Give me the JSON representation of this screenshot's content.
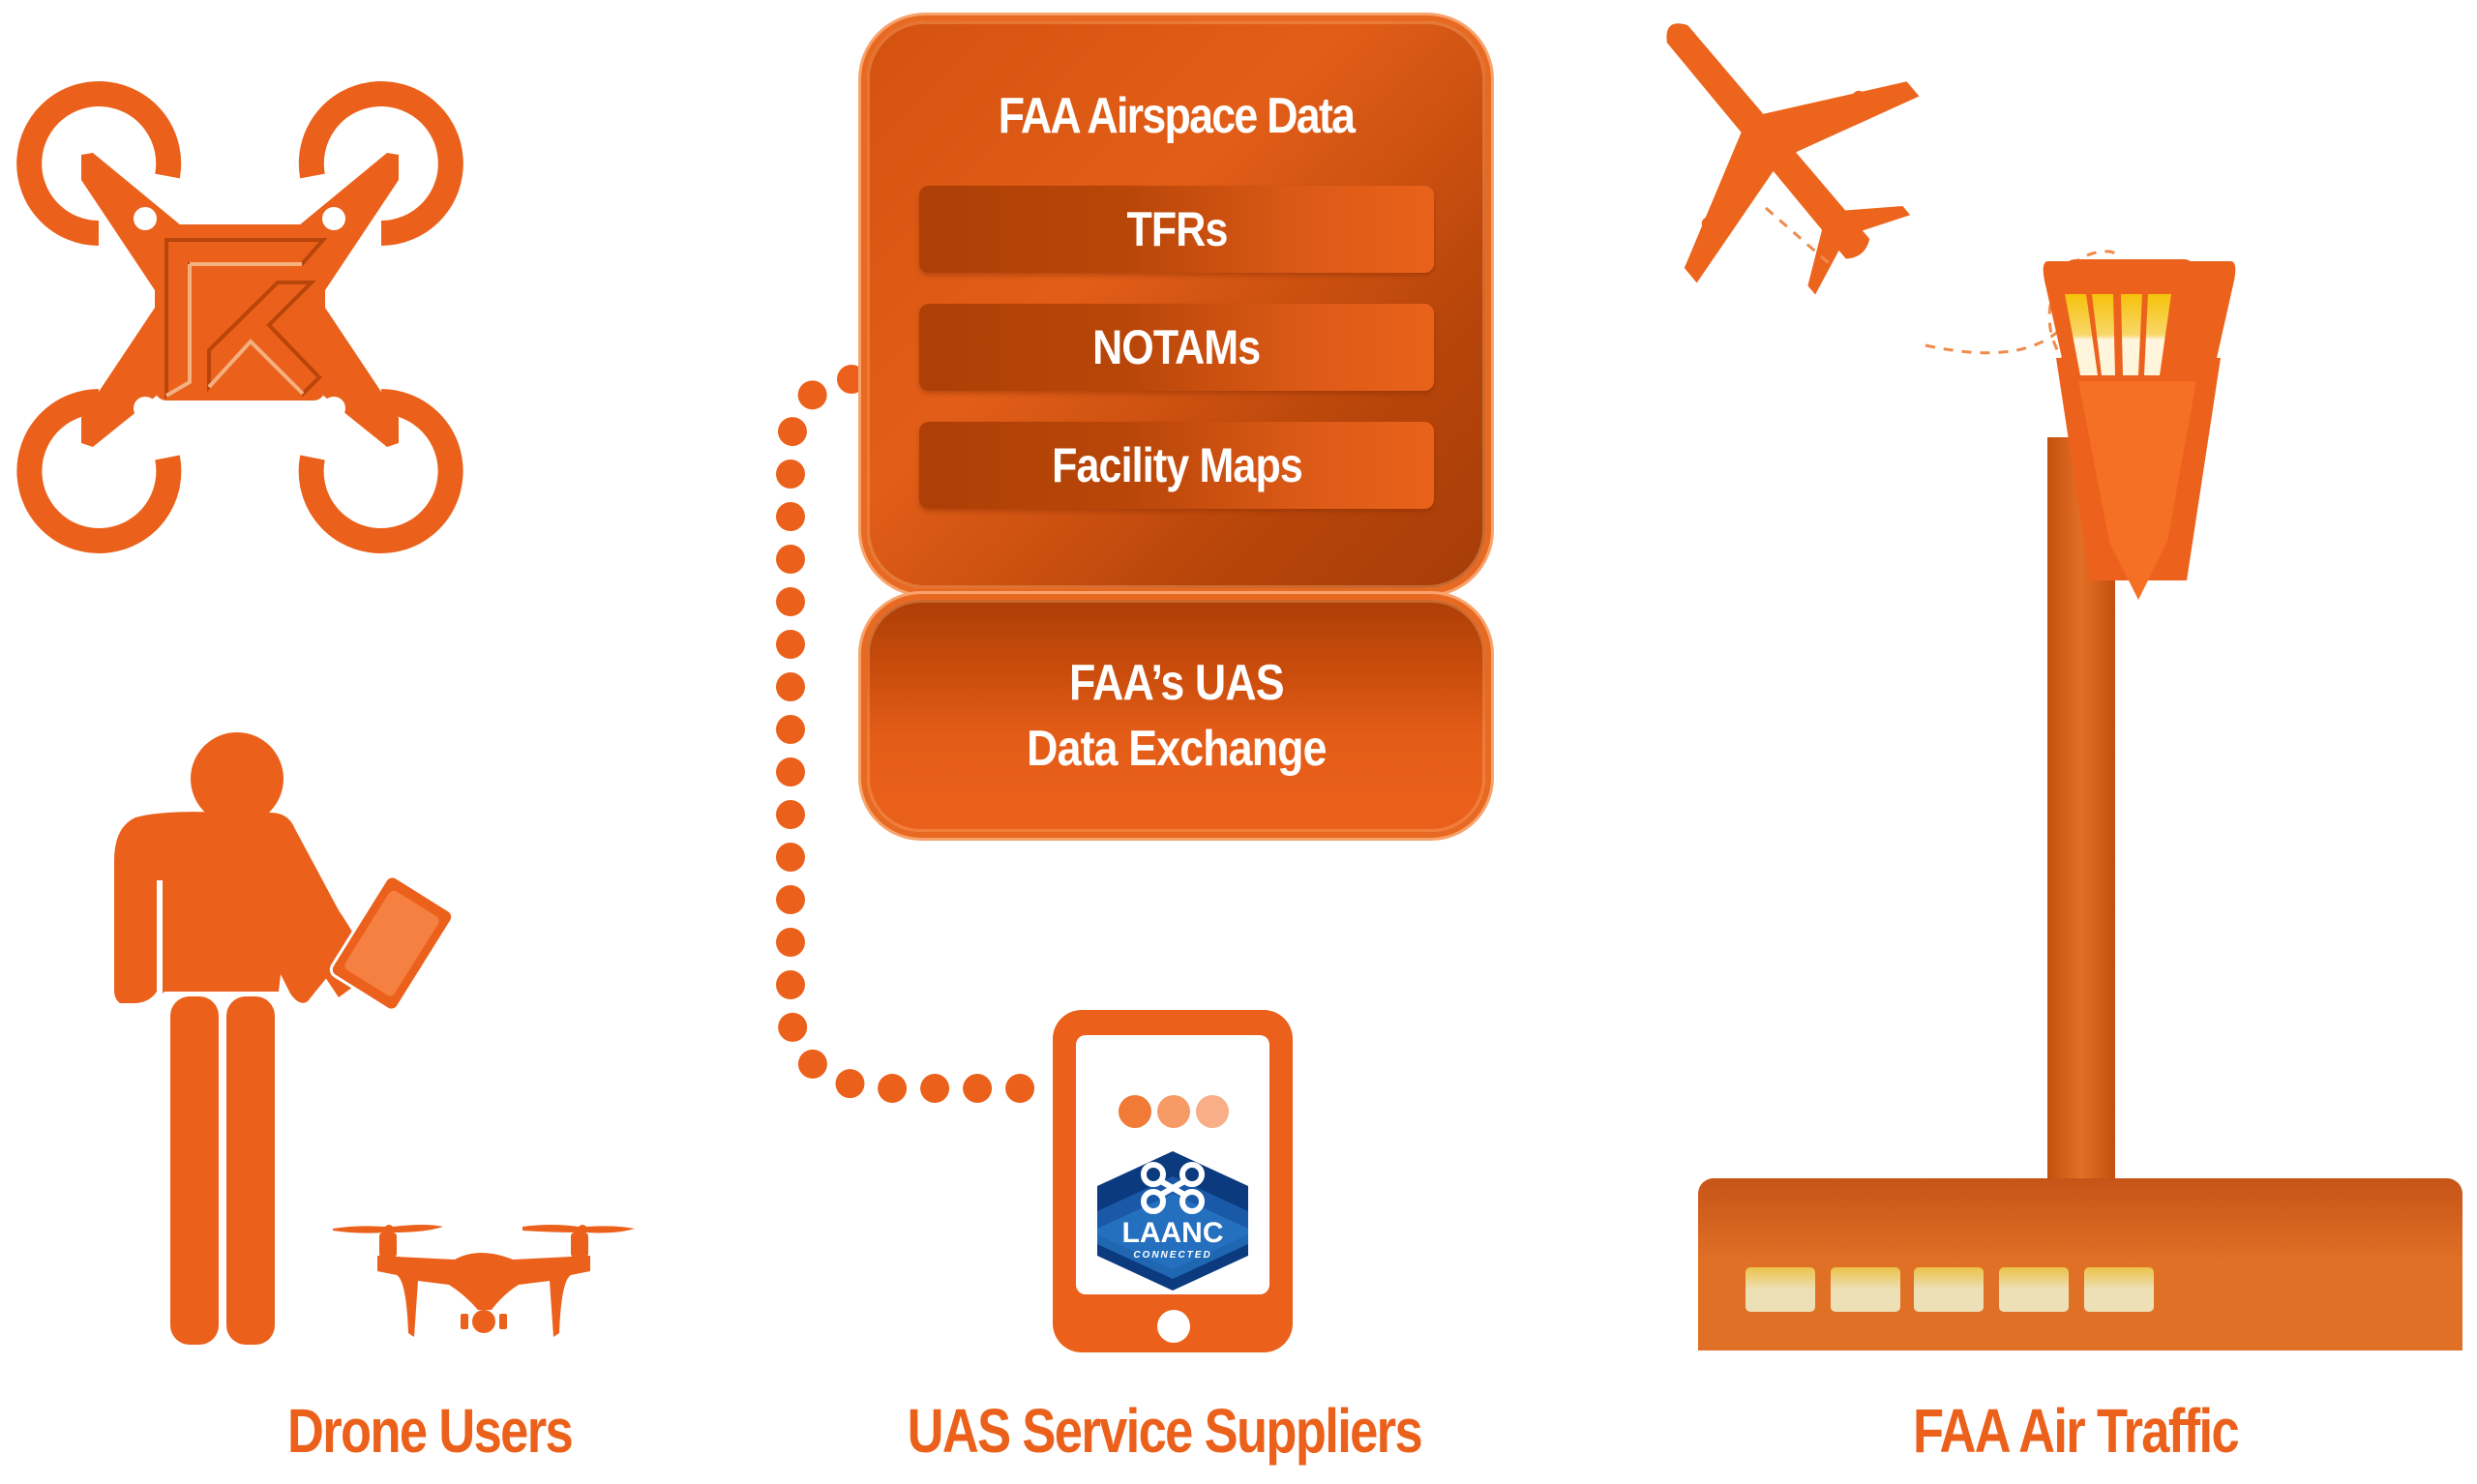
{
  "airspace_data": {
    "title": "FAA Airspace Data",
    "items": [
      {
        "label": "TFRs"
      },
      {
        "label": "NOTAMs"
      },
      {
        "label": "Facility Maps"
      }
    ]
  },
  "data_exchange": {
    "line1": "FAA’s UAS",
    "line2": "Data Exchange"
  },
  "badge": {
    "title": "LAANC",
    "subtitle": "CONNECTED"
  },
  "labels": {
    "drone_users": "Drone Users",
    "service_suppliers": "UAS Service Suppliers",
    "air_traffic": "FAA Air Traffic"
  },
  "icons": {
    "quadcopter": "quadcopter-icon",
    "person": "person-with-tablet-icon",
    "small_drone": "camera-drone-icon",
    "phone": "smartphone-icon",
    "airplane": "airplane-icon",
    "tower": "control-tower-icon"
  },
  "colors": {
    "brand_orange": "#eb611b",
    "dark_orange": "#ad3f07",
    "laanc_blue": "#0b3a7e",
    "window_yellow": "#f5c20a"
  }
}
